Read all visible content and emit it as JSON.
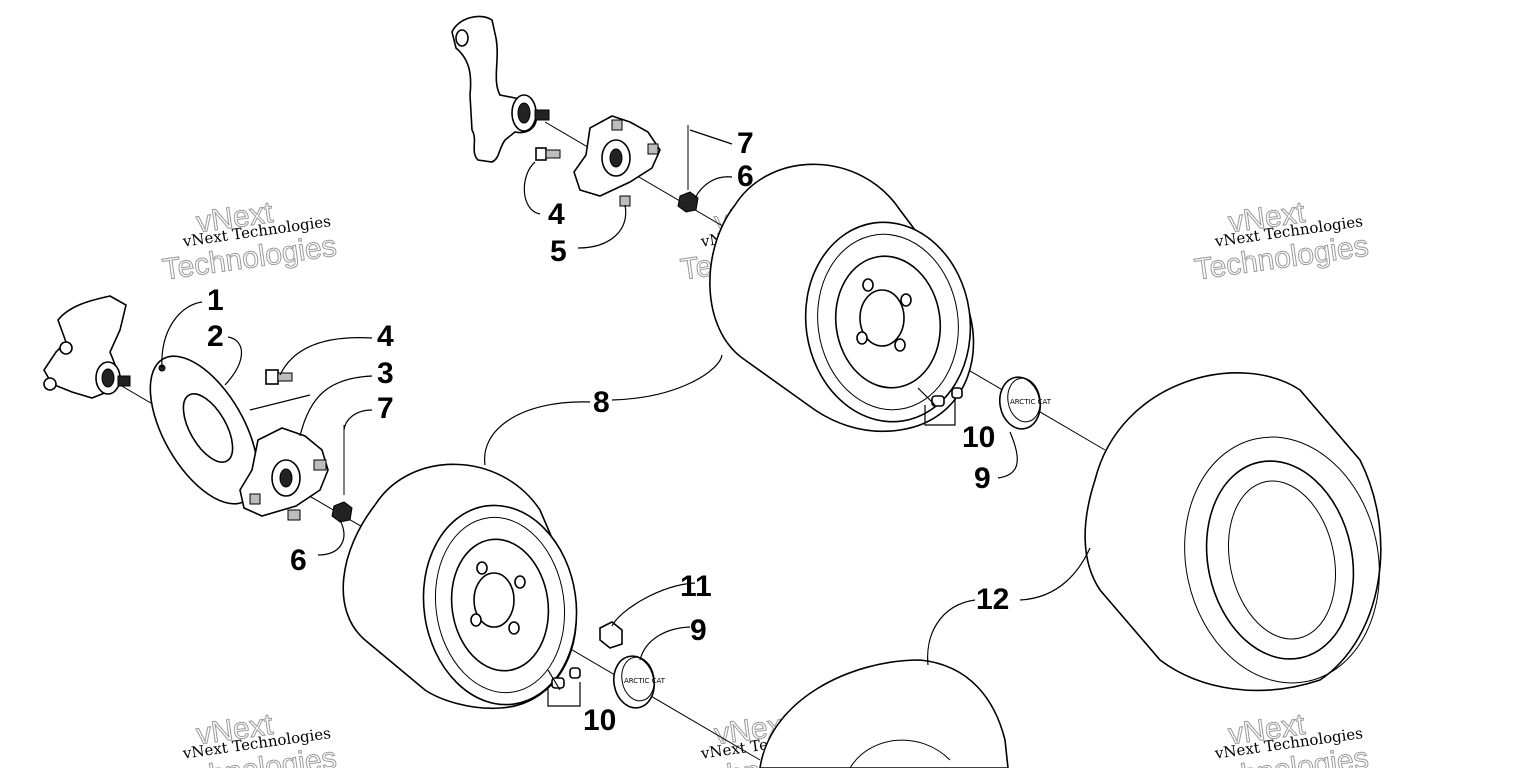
{
  "callouts": [
    "1",
    "2",
    "3",
    "4",
    "5",
    "6",
    "7",
    "8",
    "9",
    "10",
    "11",
    "12"
  ],
  "watermark": {
    "small": "vNext Technologies",
    "big_top": "vNext",
    "big_bottom": "Technologies"
  },
  "hub_label": "ARCTIC CAT"
}
